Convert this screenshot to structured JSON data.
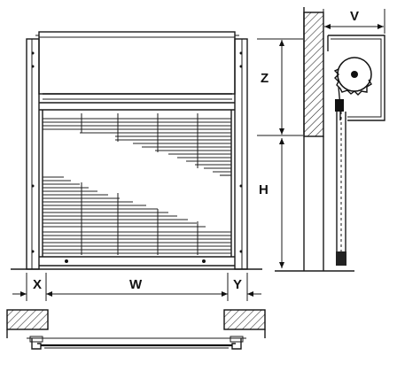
{
  "diagram": {
    "labels": {
      "v": "V",
      "z": "Z",
      "h": "H",
      "x": "X",
      "w": "W",
      "y": "Y"
    },
    "colors": {
      "ink": "#111111",
      "paper": "#ffffff"
    },
    "views": [
      "front-elevation",
      "side-section",
      "plan-section"
    ]
  }
}
